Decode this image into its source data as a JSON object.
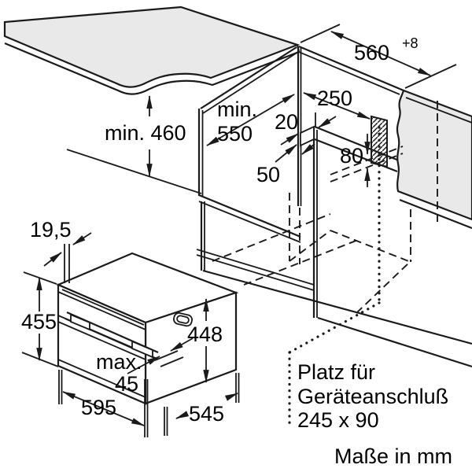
{
  "diagram": {
    "title_implied": "Built-in oven installation drawing",
    "colors": {
      "line": "#1a1a1a",
      "surface_gray": "#e9e9e9",
      "background": "#ffffff"
    },
    "units_note": "Maße in mm",
    "connection_note": {
      "line1": "Platz für",
      "line2": "Geräteanschluß",
      "line3": "245 x 90"
    }
  },
  "labels": {
    "niche_width": "560",
    "niche_width_tol": "+8",
    "niche_depth_1": "min.",
    "niche_depth_2": "550",
    "niche_height": "min. 460",
    "dist_250": "250",
    "dist_20": "20",
    "dist_50": "50",
    "dist_80": "80",
    "overhang": "19,5",
    "oven_front_height": "455",
    "oven_body_height": "448",
    "handle_max_1": "max.",
    "handle_max_2": "45",
    "oven_width": "595",
    "oven_depth": "545",
    "note_1": "Platz für",
    "note_2": "Geräteanschluß",
    "note_3": "245 x 90",
    "units": "Maße in mm"
  }
}
